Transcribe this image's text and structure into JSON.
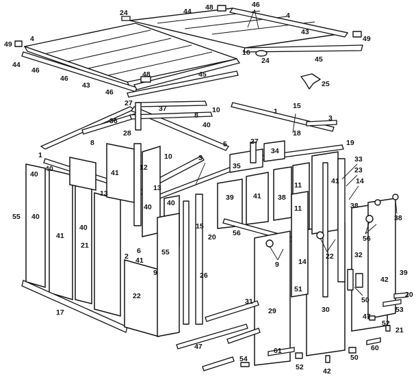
{
  "callouts": [
    {
      "id": "c1",
      "text": "24"
    },
    {
      "id": "c2",
      "text": "44"
    },
    {
      "id": "c3",
      "text": "48"
    },
    {
      "id": "c4",
      "text": "46"
    },
    {
      "id": "c5",
      "text": "4"
    },
    {
      "id": "c6",
      "text": "43"
    },
    {
      "id": "c7",
      "text": "49"
    },
    {
      "id": "c8",
      "text": "16"
    },
    {
      "id": "c9",
      "text": "24"
    },
    {
      "id": "c10",
      "text": "45"
    },
    {
      "id": "c11",
      "text": "4"
    },
    {
      "id": "c12",
      "text": "49"
    },
    {
      "id": "c13",
      "text": "44"
    },
    {
      "id": "c14",
      "text": "46"
    },
    {
      "id": "c15",
      "text": "46"
    },
    {
      "id": "c16",
      "text": "43"
    },
    {
      "id": "c17",
      "text": "46"
    },
    {
      "id": "c18",
      "text": "48"
    },
    {
      "id": "c19",
      "text": "45"
    },
    {
      "id": "c20",
      "text": "25"
    },
    {
      "id": "c21",
      "text": "27"
    },
    {
      "id": "c22",
      "text": "37"
    },
    {
      "id": "c23",
      "text": "10"
    },
    {
      "id": "c24",
      "text": "8"
    },
    {
      "id": "c25",
      "text": "1"
    },
    {
      "id": "c26",
      "text": "15"
    },
    {
      "id": "c27",
      "text": "3"
    },
    {
      "id": "c28",
      "text": "36"
    },
    {
      "id": "c29",
      "text": "40"
    },
    {
      "id": "c30",
      "text": "28"
    },
    {
      "id": "c31",
      "text": "8"
    },
    {
      "id": "c32",
      "text": "18"
    },
    {
      "id": "c33",
      "text": "5"
    },
    {
      "id": "c34",
      "text": "27"
    },
    {
      "id": "c35",
      "text": "34"
    },
    {
      "id": "c36",
      "text": "19"
    },
    {
      "id": "c37",
      "text": "1"
    },
    {
      "id": "c38",
      "text": "40"
    },
    {
      "id": "c39",
      "text": "41"
    },
    {
      "id": "c40",
      "text": "12"
    },
    {
      "id": "c41",
      "text": "10"
    },
    {
      "id": "c42",
      "text": "3"
    },
    {
      "id": "c43",
      "text": "35"
    },
    {
      "id": "c44",
      "text": "33"
    },
    {
      "id": "c45",
      "text": "23"
    },
    {
      "id": "c46",
      "text": "14"
    },
    {
      "id": "c47",
      "text": "13"
    },
    {
      "id": "c48",
      "text": "13"
    },
    {
      "id": "c49",
      "text": "41"
    },
    {
      "id": "c50",
      "text": "11"
    },
    {
      "id": "c51",
      "text": "38"
    },
    {
      "id": "c52",
      "text": "40"
    },
    {
      "id": "c53",
      "text": "40"
    },
    {
      "id": "c54",
      "text": "40"
    },
    {
      "id": "c55",
      "text": "39"
    },
    {
      "id": "c56",
      "text": "41"
    },
    {
      "id": "c57",
      "text": "38"
    },
    {
      "id": "c58",
      "text": "55"
    },
    {
      "id": "c59",
      "text": "38"
    },
    {
      "id": "c60",
      "text": "40"
    },
    {
      "id": "c61",
      "text": "41"
    },
    {
      "id": "c62",
      "text": "40"
    },
    {
      "id": "c63",
      "text": "11"
    },
    {
      "id": "c64",
      "text": "21"
    },
    {
      "id": "c65",
      "text": "15"
    },
    {
      "id": "c66",
      "text": "20"
    },
    {
      "id": "c67",
      "text": "56"
    },
    {
      "id": "c68",
      "text": "56"
    },
    {
      "id": "c69",
      "text": "22"
    },
    {
      "id": "c70",
      "text": "2"
    },
    {
      "id": "c71",
      "text": "6"
    },
    {
      "id": "c72",
      "text": "41"
    },
    {
      "id": "c73",
      "text": "55"
    },
    {
      "id": "c74",
      "text": "9"
    },
    {
      "id": "c75",
      "text": "14"
    },
    {
      "id": "c76",
      "text": "9"
    },
    {
      "id": "c77",
      "text": "26"
    },
    {
      "id": "c78",
      "text": "32"
    },
    {
      "id": "c79",
      "text": "42"
    },
    {
      "id": "c80",
      "text": "39"
    },
    {
      "id": "c81",
      "text": "22"
    },
    {
      "id": "c82",
      "text": "51"
    },
    {
      "id": "c83",
      "text": "50"
    },
    {
      "id": "c84",
      "text": "20"
    },
    {
      "id": "c85",
      "text": "17"
    },
    {
      "id": "c86",
      "text": "31"
    },
    {
      "id": "c87",
      "text": "29"
    },
    {
      "id": "c88",
      "text": "30"
    },
    {
      "id": "c89",
      "text": "47"
    },
    {
      "id": "c90",
      "text": "53"
    },
    {
      "id": "c91",
      "text": "52"
    },
    {
      "id": "c92",
      "text": "21"
    },
    {
      "id": "c93",
      "text": "47"
    },
    {
      "id": "c94",
      "text": "61"
    },
    {
      "id": "c95",
      "text": "60"
    },
    {
      "id": "c96",
      "text": "50"
    },
    {
      "id": "c97",
      "text": "54"
    },
    {
      "id": "c98",
      "text": "52"
    },
    {
      "id": "c99",
      "text": "42"
    }
  ]
}
